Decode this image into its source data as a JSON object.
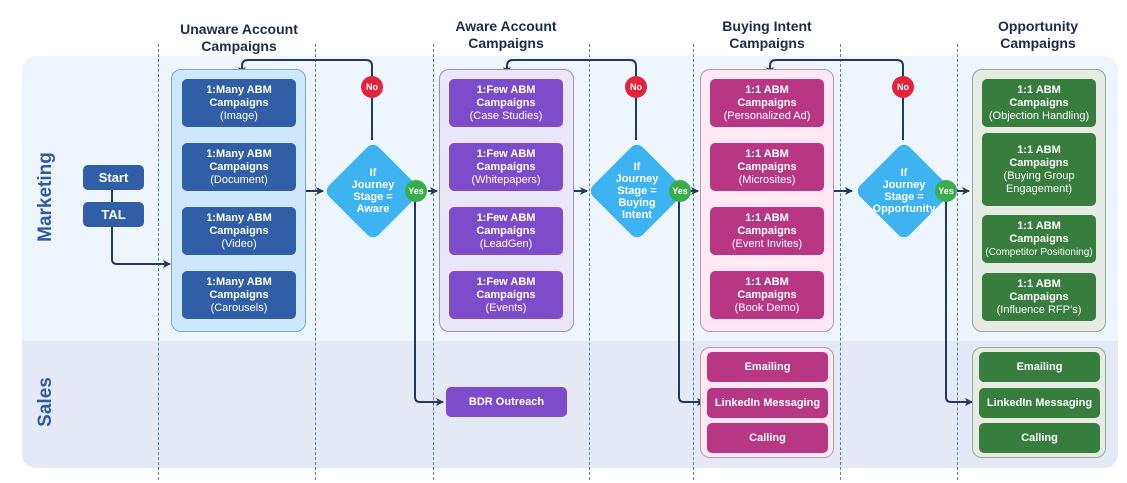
{
  "lanes": {
    "marketing": "Marketing",
    "sales": "Sales"
  },
  "columns": [
    {
      "title_line1": "Unaware Account",
      "title_line2": "Campaigns"
    },
    {
      "title_line1": "Aware Account",
      "title_line2": "Campaigns"
    },
    {
      "title_line1": "Buying Intent",
      "title_line2": "Campaigns"
    },
    {
      "title_line1": "Opportunity",
      "title_line2": "Campaigns"
    }
  ],
  "start": {
    "start_label": "Start",
    "tal_label": "TAL"
  },
  "unaware": [
    {
      "l1": "1:Many ABM",
      "l2": "Campaigns",
      "sub": "(Image)"
    },
    {
      "l1": "1:Many ABM",
      "l2": "Campaigns",
      "sub": "(Document)"
    },
    {
      "l1": "1:Many ABM",
      "l2": "Campaigns",
      "sub": "(Video)"
    },
    {
      "l1": "1:Many ABM",
      "l2": "Campaigns",
      "sub": "(Carousels)"
    }
  ],
  "aware": [
    {
      "l1": "1:Few ABM",
      "l2": "Campaigns",
      "sub": "(Case Studies)"
    },
    {
      "l1": "1:Few ABM",
      "l2": "Campaigns",
      "sub": "(Whitepapers)"
    },
    {
      "l1": "1:Few ABM",
      "l2": "Campaigns",
      "sub": "(LeadGen)"
    },
    {
      "l1": "1:Few ABM",
      "l2": "Campaigns",
      "sub": "(Events)"
    }
  ],
  "intent": [
    {
      "l1": "1:1 ABM",
      "l2": "Campaigns",
      "sub": "(Personalized Ad)"
    },
    {
      "l1": "1:1 ABM",
      "l2": "Campaigns",
      "sub": "(Microsites)"
    },
    {
      "l1": "1:1 ABM",
      "l2": "Campaigns",
      "sub": "(Event Invites)"
    },
    {
      "l1": "1:1 ABM",
      "l2": "Campaigns",
      "sub": "(Book Demo)"
    }
  ],
  "opportunity": [
    {
      "l1": "1:1 ABM",
      "l2": "Campaigns",
      "sub": "(Objection Handling)"
    },
    {
      "l1": "1:1 ABM",
      "l2": "Campaigns",
      "sub": "(Buying Group",
      "sub2": "Engagement)"
    },
    {
      "l1": "1:1 ABM",
      "l2": "Campaigns",
      "sub": "(Competitor Positioning)"
    },
    {
      "l1": "1:1 ABM",
      "l2": "Campaigns",
      "sub": "(Influence RFP’s)"
    }
  ],
  "decisions": [
    {
      "text": "If\nJourney\nStage =\nAware",
      "yes": "Yes",
      "no": "No"
    },
    {
      "text": "If\nJourney\nStage =\nBuying\nIntent",
      "yes": "Yes",
      "no": "No"
    },
    {
      "text": "If\nJourney\nStage =\nOpportunity",
      "yes": "Yes",
      "no": "No"
    }
  ],
  "sales": {
    "bdr": "BDR Outreach",
    "intent": [
      "Emailing",
      "LinkedIn Messaging",
      "Calling"
    ],
    "opportunity": [
      "Emailing",
      "LinkedIn Messaging",
      "Calling"
    ]
  },
  "colors": {
    "blue": "#305fa7",
    "purple": "#7e4bcb",
    "pink": "#b83784",
    "green": "#377d3e",
    "decision": "#3db3f2",
    "no": "#e3233c",
    "yes": "#39ad4a",
    "connector": "#1f3a63"
  }
}
